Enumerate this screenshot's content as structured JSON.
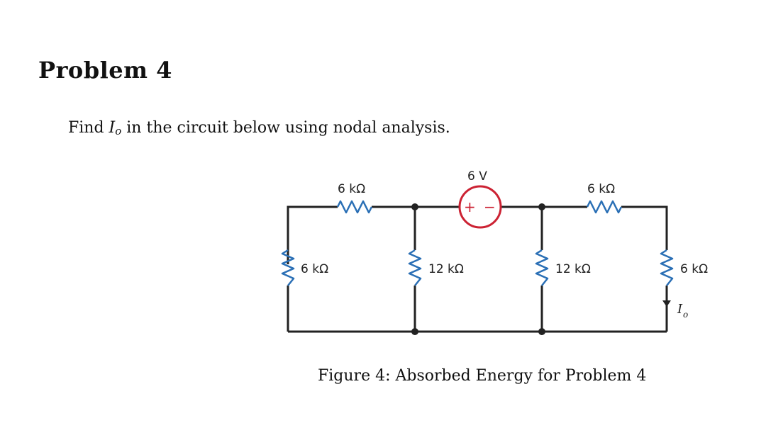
{
  "problem": {
    "heading": "Problem 4",
    "text_before": "Find ",
    "variable": "I",
    "variable_sub": "o",
    "text_after": " in the circuit below using nodal analysis."
  },
  "figure": {
    "caption": "Figure 4: Absorbed Energy for Problem 4",
    "source": {
      "label": "6 V",
      "plus": "+",
      "minus": "−"
    },
    "resistors": {
      "top_left": "6 kΩ",
      "top_right": "6 kΩ",
      "left_vertical": "6 kΩ",
      "mid_left_vertical": "12 kΩ",
      "mid_right_vertical": "12 kΩ",
      "right_vertical": "6 kΩ"
    },
    "current": {
      "symbol": "I",
      "subscript": "o"
    },
    "colors": {
      "wire": "#222222",
      "resistor": "#2a6fb5",
      "source": "#cc2233"
    }
  }
}
